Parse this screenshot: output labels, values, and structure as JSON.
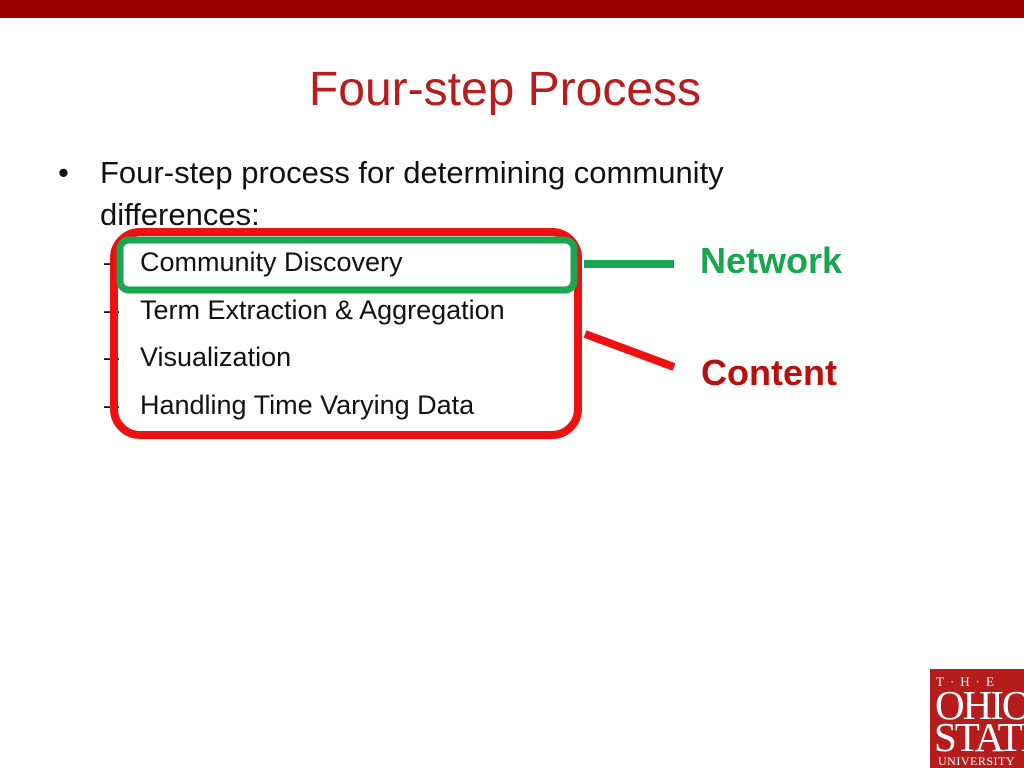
{
  "slide": {
    "title": "Four-step Process",
    "bullet_marker": "•",
    "bullet": "Four-step process for determining community differences:",
    "sub_marker": "–",
    "sub_items": [
      "Community Discovery",
      "Term Extraction & Aggregation",
      "Visualization",
      "Handling Time Varying Data"
    ],
    "labels": {
      "network": "Network",
      "content": "Content"
    }
  },
  "logo": {
    "the": "T·H·E",
    "line1": "OHIO",
    "line2": "STATE",
    "line3": "UNIVERSITY"
  },
  "colors": {
    "top_bar": "#990000",
    "title": "#b81d1d",
    "network": "#1aa550",
    "content": "#b80f0f",
    "highlight_red": "#ee1111",
    "highlight_green": "#1aa550",
    "logo_bg": "#b51d1d"
  }
}
